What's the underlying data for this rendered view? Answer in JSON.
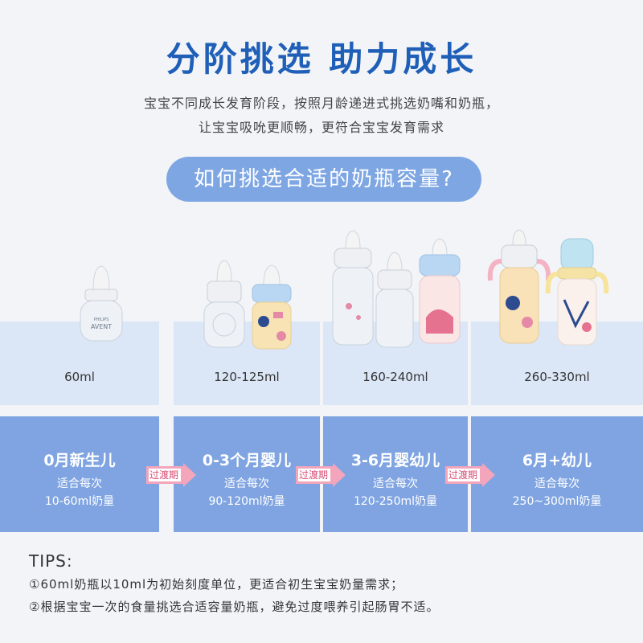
{
  "title": "分阶挑选  助力成长",
  "subtitle_line1": "宝宝不同成长发育阶段，按照月龄递进式挑选奶嘴和奶瓶，",
  "subtitle_line2": "让宝宝吸吮更顺畅，更符合宝宝发育需求",
  "question": "如何挑选合适的奶瓶容量?",
  "stages": [
    {
      "capacity": "60ml",
      "age": "0月新生儿",
      "line1": "适合每次",
      "line2": "10-60ml奶量"
    },
    {
      "capacity": "120-125ml",
      "age": "0-3个月婴儿",
      "line1": "适合每次",
      "line2": "90-120ml奶量"
    },
    {
      "capacity": "160-240ml",
      "age": "3-6月婴幼儿",
      "line1": "适合每次",
      "line2": "120-250ml奶量"
    },
    {
      "capacity": "260-330ml",
      "age": "6月+幼儿",
      "line1": "适合每次",
      "line2": "250~300ml奶量"
    }
  ],
  "transition_label": "过渡期",
  "tips": {
    "title": "TIPS:",
    "line1": "①60ml奶瓶以10ml为初始刻度单位，更适合初生宝宝奶量需求；",
    "line2": "②根据宝宝一次的食量挑选合适容量奶瓶，避免过度喂养引起肠胃不适。"
  },
  "brand": {
    "top": "PHILIPS",
    "bottom": "AVENT"
  },
  "colors": {
    "title": "#1f5fb8",
    "pill": "#7ea6e3",
    "stage_bg": "#dbe7f7",
    "info_bg": "#7fa4e1",
    "arrow": "#f2a5bb"
  },
  "icons": [
    "baby-bottle-icon",
    "arrow-right-icon"
  ]
}
